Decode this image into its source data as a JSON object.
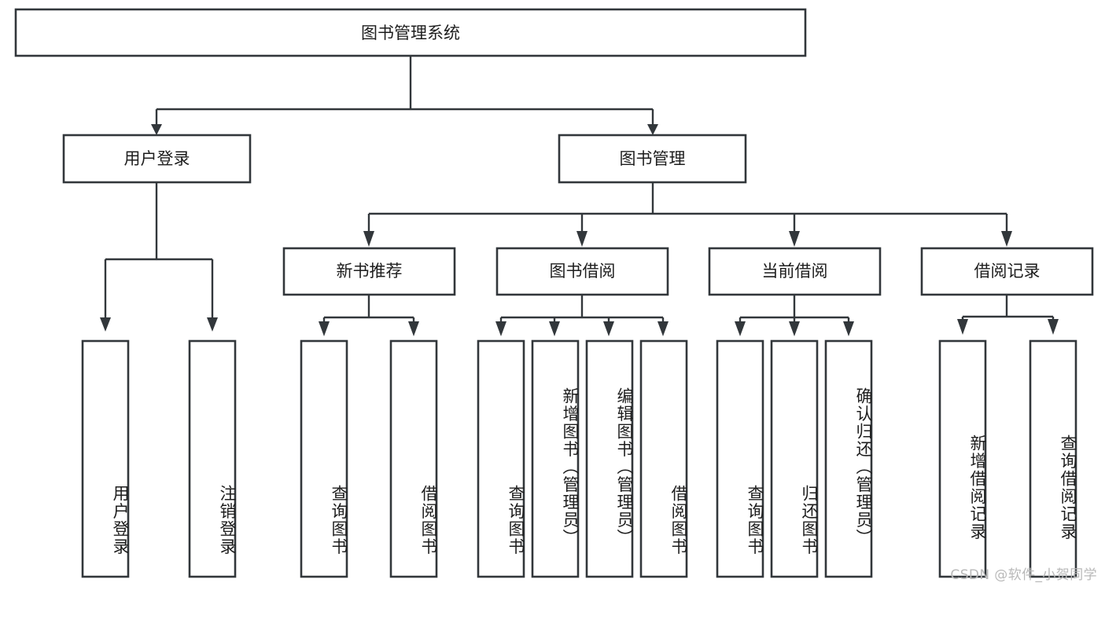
{
  "diagram": {
    "type": "tree",
    "title": "图书管理系统",
    "orientation": "top-down",
    "colors": {
      "stroke": "#32373b",
      "fill": "#ffffff",
      "text": "#1d1d1d",
      "background": "#ffffff",
      "watermark": "#b9b9b9"
    },
    "root": {
      "label": "图书管理系统"
    },
    "level2": [
      {
        "label": "用户登录"
      },
      {
        "label": "图书管理"
      }
    ],
    "level3": [
      {
        "label": "新书推荐"
      },
      {
        "label": "图书借阅"
      },
      {
        "label": "当前借阅"
      },
      {
        "label": "借阅记录"
      }
    ],
    "leaves": {
      "user_login": [
        {
          "label": "用户登录"
        },
        {
          "label": "注销登录"
        }
      ],
      "new_book_recommend": [
        {
          "label": "查询图书"
        },
        {
          "label": "借阅图书"
        }
      ],
      "book_borrow": [
        {
          "label": "查询图书"
        },
        {
          "label": "新增图书（管理员）"
        },
        {
          "label": "编辑图书（管理员）"
        },
        {
          "label": "借阅图书"
        }
      ],
      "current_borrow": [
        {
          "label": "查询图书"
        },
        {
          "label": "归还图书"
        },
        {
          "label": "确认归还（管理员）"
        }
      ],
      "borrow_record": [
        {
          "label": "新增借阅记录"
        },
        {
          "label": "查询借阅记录"
        }
      ]
    }
  },
  "watermark": {
    "text": "CSDN @软件_小贺同学"
  }
}
